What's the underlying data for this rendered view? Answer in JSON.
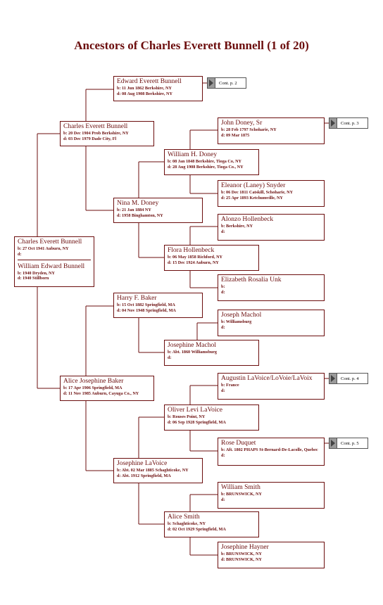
{
  "title": "Ancestors of Charles Everett Bunnell (1 of 20)",
  "root": {
    "name": "Charles Everett Bunnell",
    "birth": "b: 27 Oct 1941 Auburn, NY",
    "death": "d:",
    "spouse": {
      "name": "William Edward Bunnell",
      "birth": "b: 1940 Dryden, NY",
      "death": "d: 1940 Stillborn"
    }
  },
  "people": {
    "edward_everett_bunnell": {
      "name": "Edward Everett Bunnell",
      "birth": "b: 11 Jun 1862 Berkshire, NY",
      "death": "d: 08 Aug 1908 Berkshire, NY"
    },
    "charles_everett_bunnell_sr": {
      "name": "Charles Everett Bunnell",
      "birth": "b: 20 Dec 1904 Prob Berkshire, NY",
      "death": "d: 03 Dec 1979 Dade City, Fl"
    },
    "john_doney_sr": {
      "name": "John Doney, Sr",
      "birth": "b: 28 Feb 1797 Schoharie, NY",
      "death": "d: 09 Mar 1875"
    },
    "william_h_doney": {
      "name": "William H. Doney",
      "birth": "b: 08 Jan 1848 Berkshire, Tioga Co, NY",
      "death": "d: 28 Aug 1908 Berkshire, Tioga Co., NY"
    },
    "eleanor_snyder": {
      "name": "Eleanor (Laney) Snyder",
      "birth": "b: 06 Dec 1811 Catskill, Schoharie, NY",
      "death": "d: 25 Apr 1893 Ketchumville, NY"
    },
    "nina_m_doney": {
      "name": "Nina M. Doney",
      "birth": "b: 21 Jan 1884 NY",
      "death": "d: 1958 Binghamton, NY"
    },
    "alonzo_hollenbeck": {
      "name": "Alonzo Hollenbeck",
      "birth": "b: Berkshire, NY",
      "death": "d:"
    },
    "flora_hollenbeck": {
      "name": "Flora Hollenbeck",
      "birth": "b: 06 May 1858 Richford, NY",
      "death": "d: 15 Dec 1924 Auburn, NY"
    },
    "elizabeth_rosalia_unk": {
      "name": "Elizabeth Rosalia Unk",
      "birth": "b:",
      "death": "d:"
    },
    "harry_f_baker": {
      "name": "Harry F. Baker",
      "birth": "b: 15 Oct 1882 Springfield, MA",
      "death": "d: 04 Nov 1948 Springfield, MA"
    },
    "joseph_machol": {
      "name": "Joseph Machol",
      "birth": "b: Williamsburg",
      "death": "d:"
    },
    "josephine_machol": {
      "name": "Josephine Machol",
      "birth": "b: Abt. 1860 Williamsburg",
      "death": "d:"
    },
    "alice_josephine_baker": {
      "name": "Alice Josephine Baker",
      "birth": "b: 17 Apr 1906 Springfield, MA",
      "death": "d: 11 Nov 1985 Auburn, Cayuga Co., NY"
    },
    "augustin_lavoice": {
      "name": "Augustin LaVoice/LoVoie/LaVoix",
      "birth": "b: France",
      "death": "d:"
    },
    "oliver_levi_lavoice": {
      "name": "Oliver Levi LaVoice",
      "birth": "b: Rouses Point, NY",
      "death": "d: 06 Sep 1928 Springfield, MA"
    },
    "rose_duquet": {
      "name": "Rose Duquet",
      "birth": "b: Aft. 1802 PHAPS St-Bernard-De-Lacolle, Quebec",
      "death": "d:"
    },
    "josephine_lavoice": {
      "name": "Josephine LaVoice",
      "birth": "b: Abt. 02 Mar 1885 Schaghticoke, NY",
      "death": "d: Abt. 1912 Springfield, MA"
    },
    "william_smith": {
      "name": "William Smith",
      "birth": "b: BRUNSWICK, NY",
      "death": "d:"
    },
    "alice_smith": {
      "name": "Alice Smith",
      "birth": "b: Schaghticoke, NY",
      "death": "d: 02 Oct 1929 Springfield, MA"
    },
    "josephine_hayner": {
      "name": "Josephine Hayner",
      "birth": "b: BRUNSWICK, NY",
      "death": "d: BRUNSWICK, NY"
    }
  },
  "continuations": {
    "p2": "Cont. p. 2",
    "p3": "Cont. p. 3",
    "p4": "Cont. p. 4",
    "p5": "Cont. p. 5"
  },
  "colors": {
    "line": "#6b0d0d",
    "text": "#6b0d0d",
    "cont_arrow": "#9a9a9a"
  }
}
